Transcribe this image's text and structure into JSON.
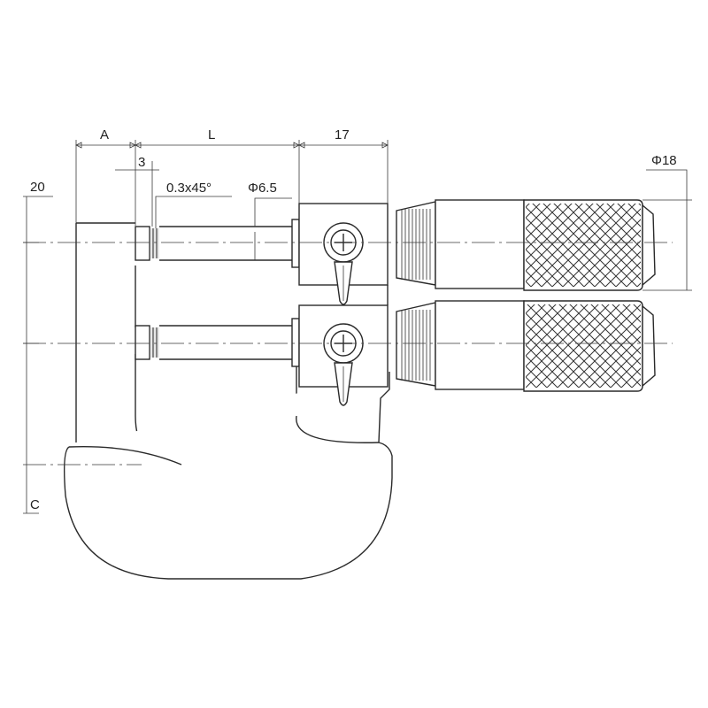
{
  "drawing": {
    "subject": "",
    "line_color": "#2a2a2a",
    "labels": {
      "a": "A",
      "l": "L",
      "d17": "17",
      "d3": "3",
      "chamfer": "0.3x45°",
      "phi65": "Φ6.5",
      "phi18": "Φ18",
      "d20": "20",
      "c": "C"
    }
  }
}
